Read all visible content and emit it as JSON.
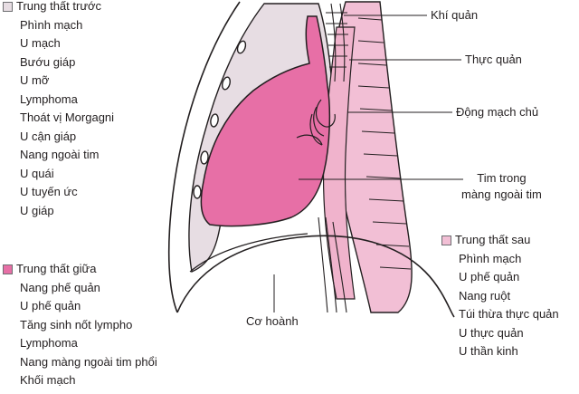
{
  "colors": {
    "anterior": "#e7dde3",
    "middle": "#e76fa6",
    "middle_dark": "#d6509a",
    "posterior": "#f2bfd5",
    "aorta": "#f0b3cc",
    "outline": "#231f20",
    "diaphragm": "#eeeeee"
  },
  "legends": {
    "anterior": {
      "title": "Trung thất trước",
      "items": [
        "Phình mạch",
        "U mạch",
        "Bướu giáp",
        "U mỡ",
        "Lymphoma",
        "Thoát vị Morgagni",
        "U cận giáp",
        "Nang ngoài tim",
        "U quái",
        "U tuyến ức",
        "U giáp"
      ]
    },
    "middle": {
      "title": "Trung thất giữa",
      "items": [
        "Nang phế quản",
        "U phế quản",
        "Tăng sinh nốt lympho",
        "Lymphoma",
        "Nang màng ngoài tim phổi",
        "Khối mạch"
      ]
    },
    "posterior": {
      "title": "Trung thất sau",
      "items": [
        "Phình mạch",
        "U phế quản",
        "Nang ruột",
        "Túi thừa thực quản",
        "U thực quản",
        "U thần kinh"
      ]
    }
  },
  "callouts": {
    "trachea": "Khí quản",
    "esophagus": "Thực quản",
    "aorta": "Động mạch chủ",
    "heart_line1": "Tim trong",
    "heart_line2": "màng ngoài tim",
    "diaphragm": "Cơ hoành"
  }
}
